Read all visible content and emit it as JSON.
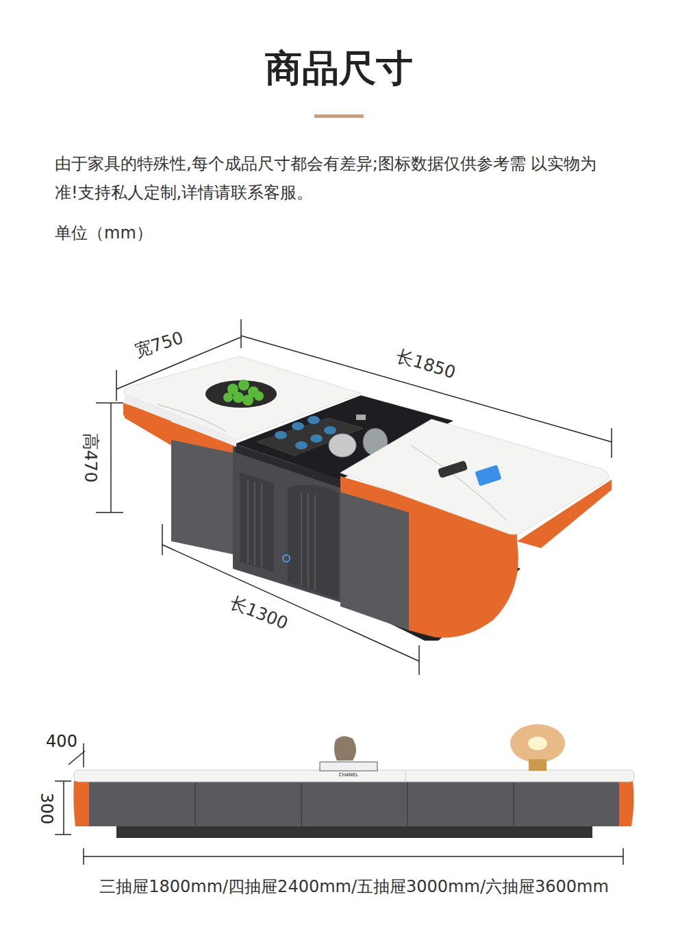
{
  "diagram": {
    "title": "商品尺寸",
    "labels": [
      "由于家具的特殊性,每个成品尺寸都会有差异;图标数据仅供参考需 以实物为准!支持私人定制,详情请联系客服。",
      "单位（mm）",
      "宽750",
      "长1850",
      "高470",
      "长1300",
      "400",
      "CHANEL",
      "300",
      "三抽屉1800mm/四抽屉2400mm/五抽屉3000mm/六抽屉3600mm"
    ]
  }
}
